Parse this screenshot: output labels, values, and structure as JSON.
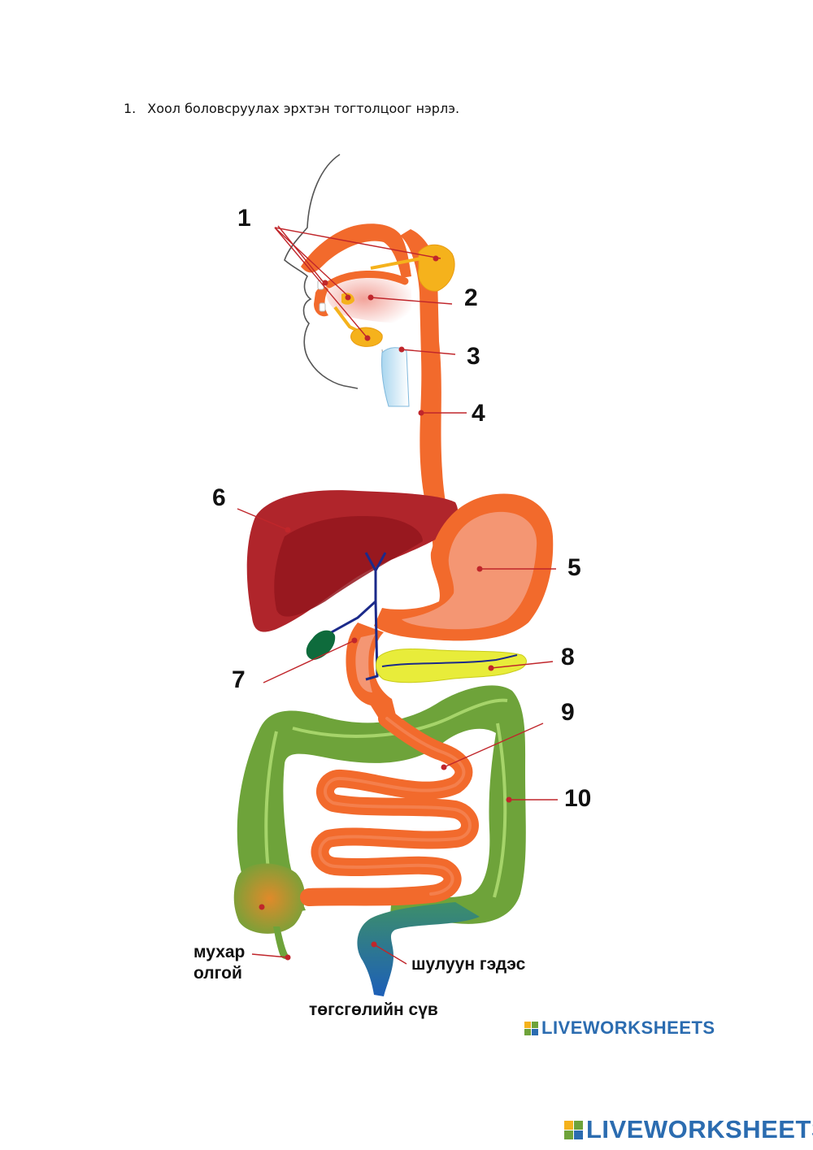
{
  "question": {
    "number": "1.",
    "text": "Хоол боловсруулах эрхтэн тогтолцоог нэрлэ."
  },
  "diagram": {
    "numbers": [
      "1",
      "2",
      "3",
      "4",
      "5",
      "6",
      "7",
      "8",
      "9",
      "10"
    ],
    "labels": {
      "cecum_line1": "мухар",
      "cecum_line2": "олгой",
      "rectum": "шулуун гэдэс",
      "anus": "төгсгөлийн сүв"
    }
  },
  "branding": {
    "inner": "LIVEWORKSHEETS",
    "footer": "LIVEWORKSHEETS"
  },
  "colors": {
    "tract_orange": "#f26a2c",
    "liver": "#b0252b",
    "colon_green": "#6ea33a",
    "pancreas_yellow": "#e8ec3a",
    "gland_yellow": "#f5b21c",
    "leader_red": "#c0262b",
    "brand_blue": "#2b6cb0"
  }
}
